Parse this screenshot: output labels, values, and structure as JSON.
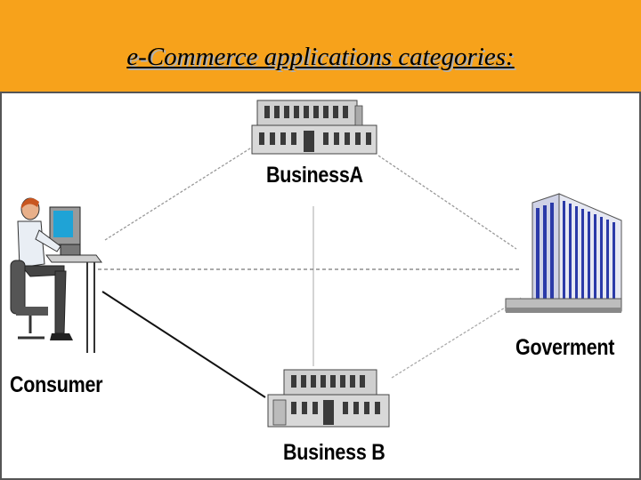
{
  "title": "e-Commerce applications categories:",
  "colors": {
    "header_bg": "#f7a21b",
    "title_text": "#000000",
    "line": "#808080",
    "line_strong": "#000000",
    "building": "#8a8a8a",
    "tower_window": "#2b3aa8"
  },
  "nodes": {
    "business_a": "BusinessA",
    "business_b": "Business B",
    "consumer": "Consumer",
    "government": "Goverment"
  },
  "icons": {
    "business_a": "office-building-icon",
    "business_b": "office-building-icon",
    "consumer": "person-at-computer-icon",
    "government": "office-tower-icon"
  }
}
